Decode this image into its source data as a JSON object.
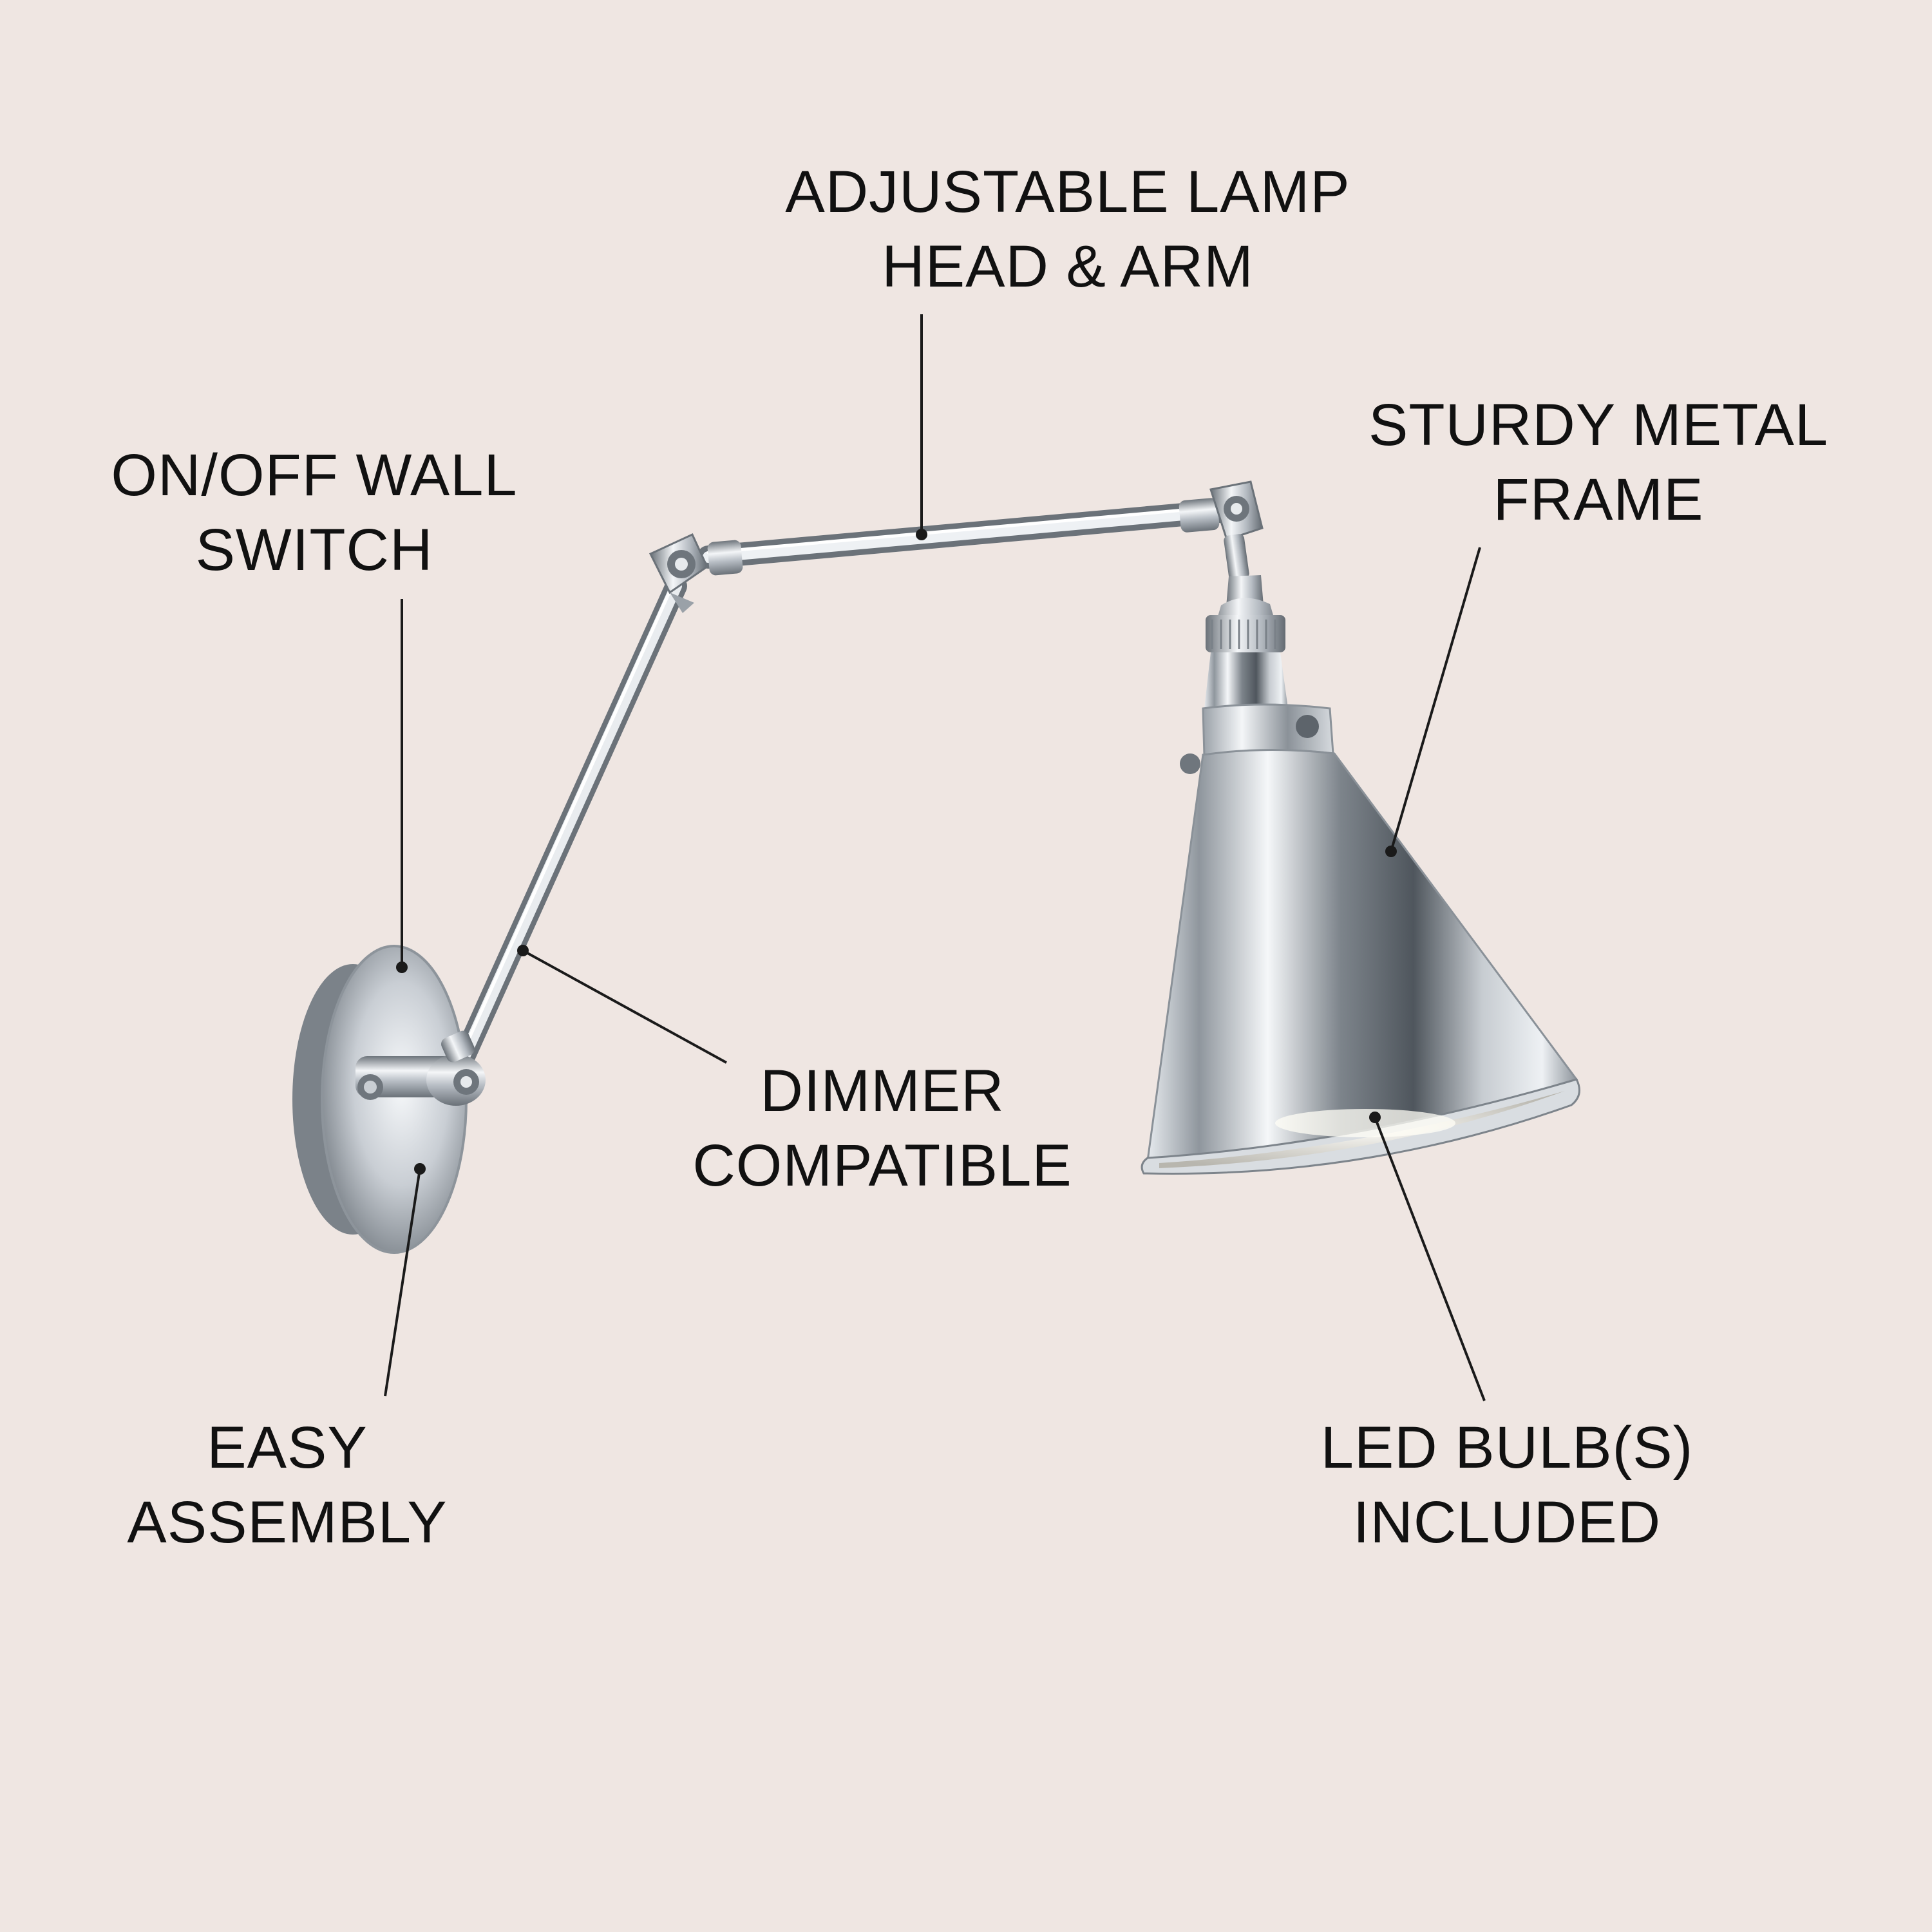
{
  "colors": {
    "background": "#efe6e2",
    "text": "#111111",
    "leader_line": "#1a1a1a",
    "chrome_light": "#eef1f4",
    "chrome_mid": "#aab0b7",
    "chrome_dark": "#5c636b"
  },
  "product": {
    "icon": "wall-sconce-swing-arm-lamp"
  },
  "callouts": {
    "adjustable": {
      "line1": "ADJUSTABLE LAMP",
      "line2": "HEAD & ARM"
    },
    "frame": {
      "line1": "STURDY METAL",
      "line2": "FRAME"
    },
    "switch": {
      "line1": "ON/OFF WALL",
      "line2": "SWITCH"
    },
    "dimmer": {
      "line1": "DIMMER",
      "line2": "COMPATIBLE"
    },
    "assembly": {
      "line1": "EASY",
      "line2": "ASSEMBLY"
    },
    "bulb": {
      "line1": "LED BULB(S)",
      "line2": "INCLUDED"
    }
  }
}
